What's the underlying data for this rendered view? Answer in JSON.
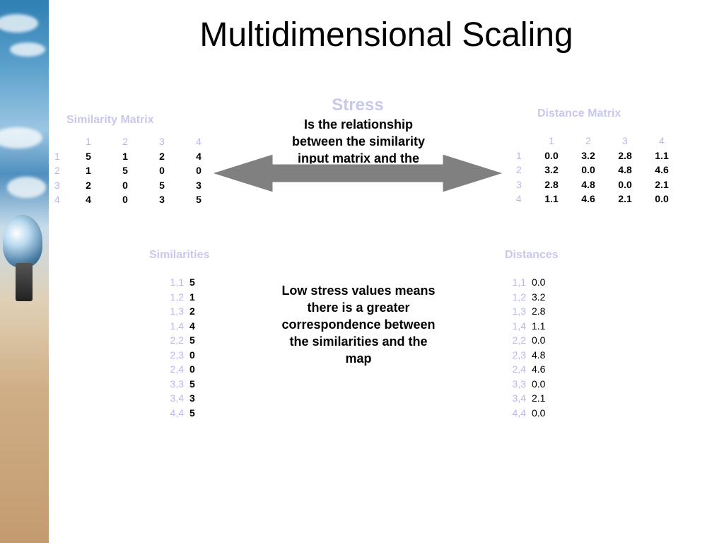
{
  "title": "Multidimensional Scaling",
  "similarity_matrix": {
    "label": "Similarity Matrix",
    "col_headers": [
      "1",
      "2",
      "3",
      "4"
    ],
    "rows": [
      {
        "h": "1",
        "v": [
          "5",
          "1",
          "2",
          "4"
        ]
      },
      {
        "h": "2",
        "v": [
          "1",
          "5",
          "0",
          "0"
        ]
      },
      {
        "h": "3",
        "v": [
          "2",
          "0",
          "5",
          "3"
        ]
      },
      {
        "h": "4",
        "v": [
          "4",
          "0",
          "3",
          "5"
        ]
      }
    ]
  },
  "distance_matrix": {
    "label": "Distance Matrix",
    "col_headers": [
      "1",
      "2",
      "3",
      "4"
    ],
    "rows": [
      {
        "h": "1",
        "v": [
          "0.0",
          "3.2",
          "2.8",
          "1.1"
        ]
      },
      {
        "h": "2",
        "v": [
          "3.2",
          "0.0",
          "4.8",
          "4.6"
        ]
      },
      {
        "h": "3",
        "v": [
          "2.8",
          "4.8",
          "0.0",
          "2.1"
        ]
      },
      {
        "h": "4",
        "v": [
          "1.1",
          "4.6",
          "2.1",
          "0.0"
        ]
      }
    ]
  },
  "stress": {
    "title": "Stress",
    "description": "Is the relationship between the similarity input matrix and the distances on the map",
    "note": "Low stress values means there is a greater correspondence between the similarities and the map"
  },
  "similarities": {
    "label": "Similarities",
    "items": [
      {
        "pair": "1,1",
        "value": "5"
      },
      {
        "pair": "1,2",
        "value": "1"
      },
      {
        "pair": "1,3",
        "value": "2"
      },
      {
        "pair": "1,4",
        "value": "4"
      },
      {
        "pair": "2,2",
        "value": "5"
      },
      {
        "pair": "2,3",
        "value": "0"
      },
      {
        "pair": "2,4",
        "value": "0"
      },
      {
        "pair": "3,3",
        "value": "5"
      },
      {
        "pair": "3,4",
        "value": "3"
      },
      {
        "pair": "4,4",
        "value": "5"
      }
    ]
  },
  "distances": {
    "label": "Distances",
    "items": [
      {
        "pair": "1,1",
        "value": "0.0"
      },
      {
        "pair": "1,2",
        "value": "3.2"
      },
      {
        "pair": "1,3",
        "value": "2.8"
      },
      {
        "pair": "1,4",
        "value": "1.1"
      },
      {
        "pair": "2,2",
        "value": "0.0"
      },
      {
        "pair": "2,3",
        "value": "4.8"
      },
      {
        "pair": "2,4",
        "value": "4.6"
      },
      {
        "pair": "3,3",
        "value": "0.0"
      },
      {
        "pair": "3,4",
        "value": "2.1"
      },
      {
        "pair": "4,4",
        "value": "0.0"
      }
    ]
  },
  "colors": {
    "label_color": "#c8c8ee",
    "arrow_fill": "#808080",
    "arrow_stroke": "#ffffff"
  }
}
